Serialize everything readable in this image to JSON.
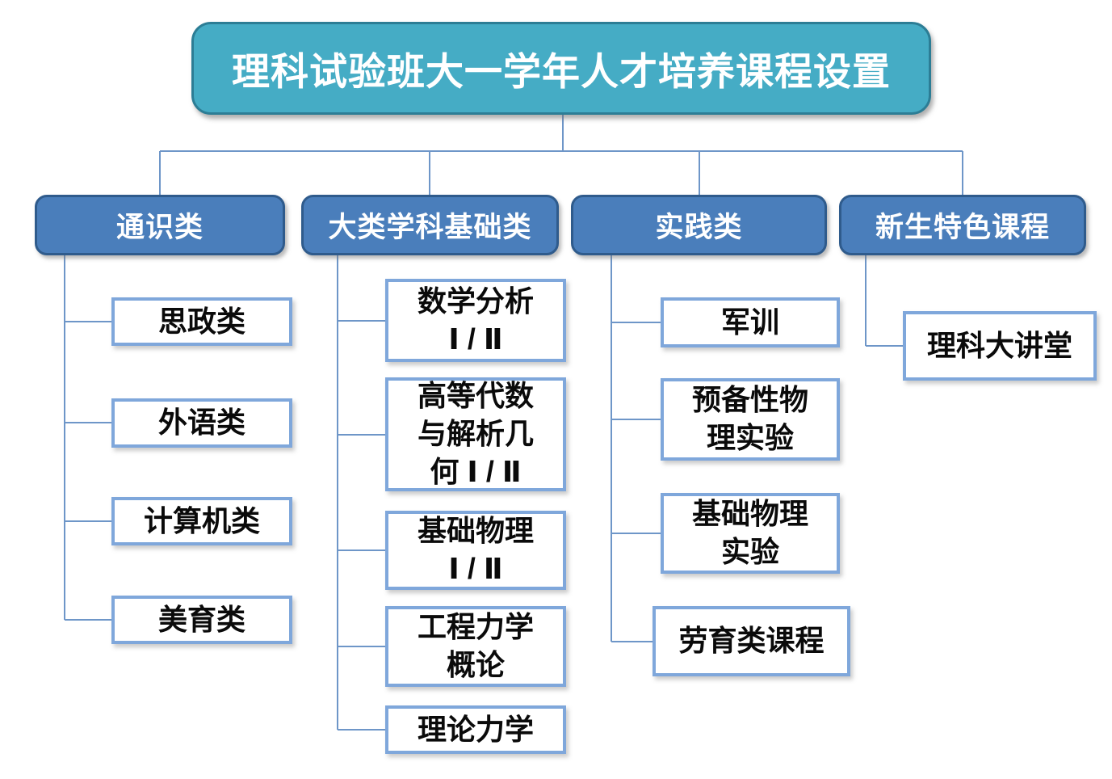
{
  "diagram": {
    "title": "理科试验班大一学年人才培养课程设置",
    "categories": [
      {
        "label": "通识类",
        "children": [
          {
            "label": "思政类"
          },
          {
            "label": "外语类"
          },
          {
            "label": "计算机类"
          },
          {
            "label": "美育类"
          }
        ]
      },
      {
        "label": "大类学科基础类",
        "children": [
          {
            "label": "数学分析\nⅠ / Ⅱ"
          },
          {
            "label": "高等代数\n与解析几\n何 Ⅰ / Ⅱ"
          },
          {
            "label": "基础物理\nⅠ / Ⅱ"
          },
          {
            "label": "工程力学\n概论"
          },
          {
            "label": "理论力学"
          }
        ]
      },
      {
        "label": "实践类",
        "children": [
          {
            "label": "军训"
          },
          {
            "label": "预备性物\n理实验"
          },
          {
            "label": "基础物理\n实验"
          },
          {
            "label": "劳育类课程"
          }
        ]
      },
      {
        "label": "新生特色课程",
        "children": [
          {
            "label": "理科大讲堂"
          }
        ]
      }
    ]
  },
  "colors": {
    "title_fill": "#45acc5",
    "title_border": "#2c7d95",
    "category_fill": "#4a7ebb",
    "category_border": "#2f5b8c",
    "leaf_fill": "#ffffff",
    "leaf_border": "#7fa7db",
    "connector": "#6e96c8",
    "title_text": "#ffffff",
    "category_text": "#ffffff",
    "leaf_text": "#0a0a0a"
  }
}
